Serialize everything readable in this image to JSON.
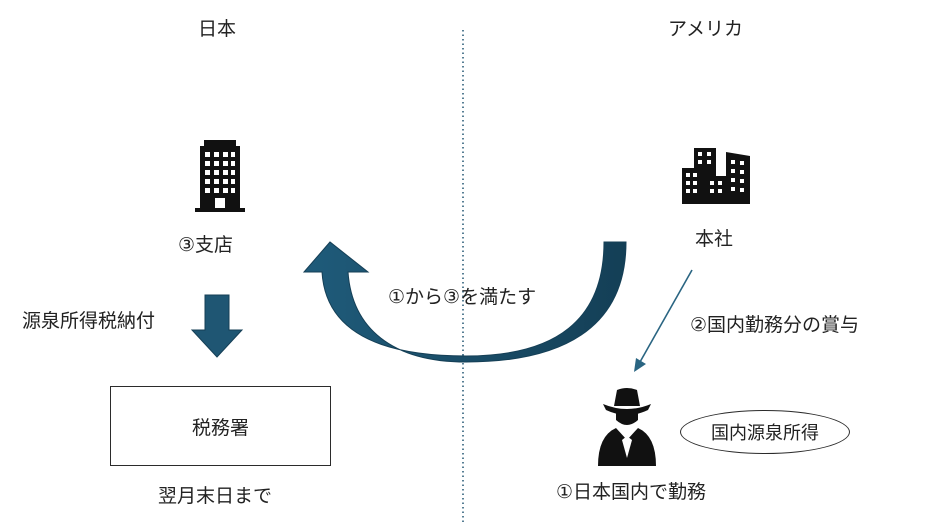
{
  "regions": {
    "japan": "日本",
    "america": "アメリカ"
  },
  "japan": {
    "branch_label": "③支店",
    "payment_label": "源泉所得税納付",
    "tax_office_label": "税務署",
    "deadline_label": "翌月末日まで"
  },
  "america": {
    "head_office_label": "本社",
    "bonus_label": "②国内勤務分の賞与",
    "income_badge": "国内源泉所得",
    "work_label": "①日本国内で勤務"
  },
  "curved_arrow_label": "①から③を満たす",
  "colors": {
    "arrow_fill": "#1f5673",
    "arrow_dark": "#143f56",
    "divider": "#2e5f7a",
    "icon": "#111111"
  },
  "icons": [
    "office-tower-icon",
    "city-buildings-icon",
    "cowboy-person-icon",
    "down-arrow-icon"
  ]
}
